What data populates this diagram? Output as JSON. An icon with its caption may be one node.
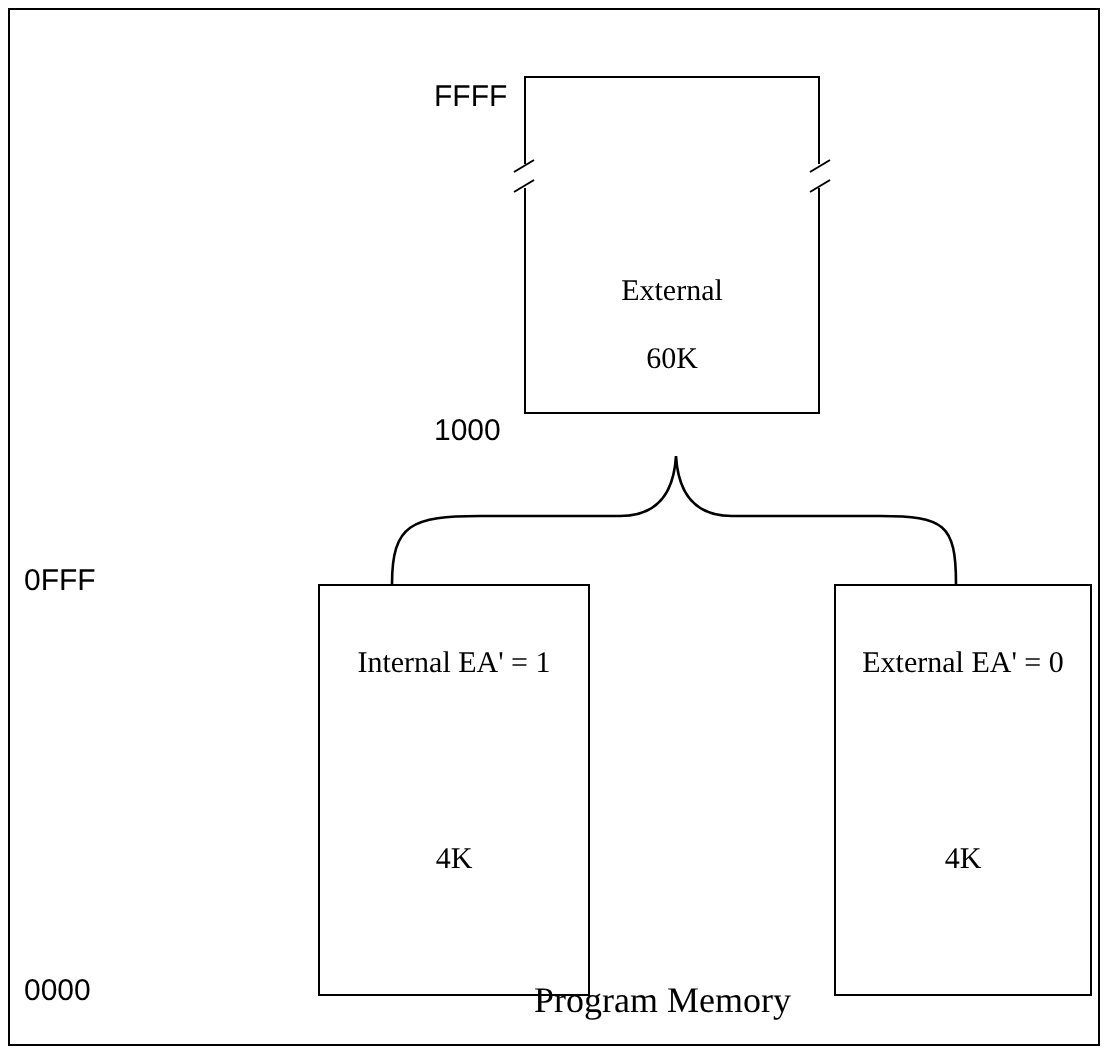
{
  "diagram": {
    "caption": "Program Memory",
    "nodes": [
      {
        "text": [
          "External",
          "60K"
        ]
      },
      {
        "text": [
          "Internal EA' = 1",
          "4K"
        ]
      },
      {
        "text": [
          "External EA' = 0",
          "4K"
        ]
      }
    ],
    "labels": [
      "FFFF",
      "1000",
      "0FFF",
      "0000"
    ]
  }
}
